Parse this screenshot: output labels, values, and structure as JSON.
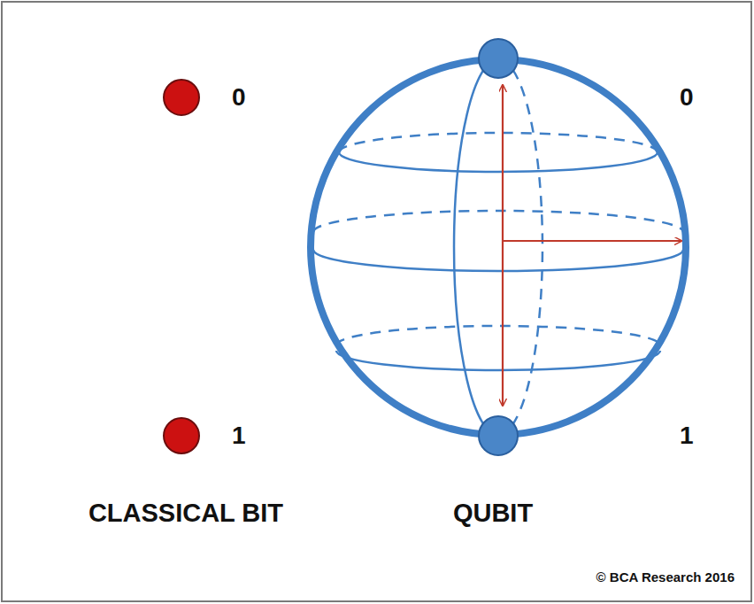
{
  "diagram": {
    "labels": [
      "0",
      "0",
      "1",
      "1",
      "CLASSICAL BIT",
      "QUBIT",
      "© BCA Research 2016"
    ]
  }
}
